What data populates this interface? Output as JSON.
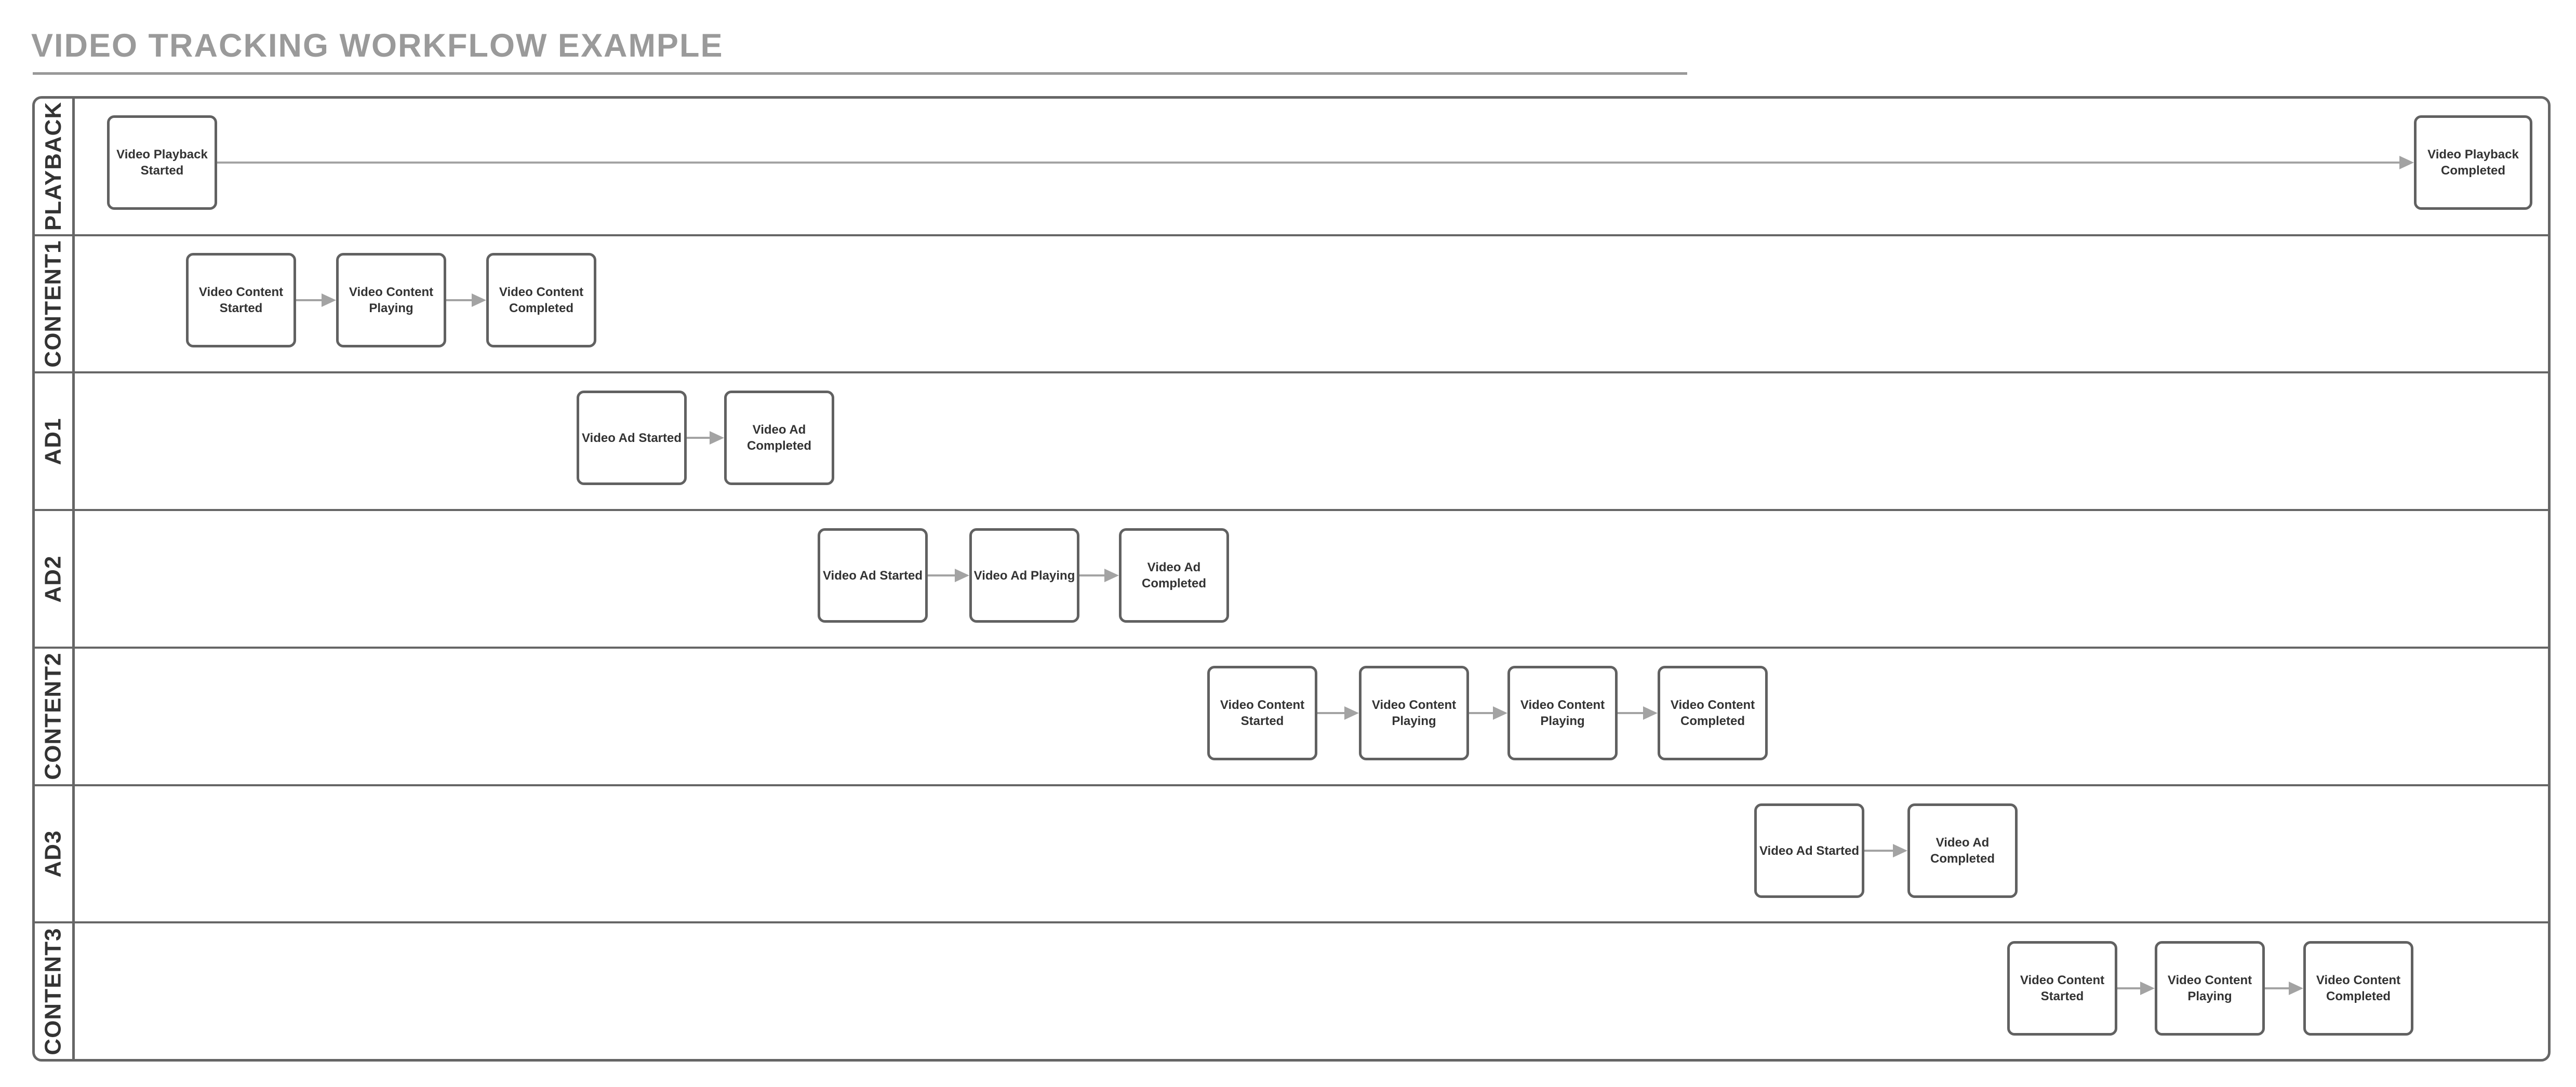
{
  "title": "VIDEO TRACKING WORKFLOW EXAMPLE",
  "colors": {
    "background": "#ffffff",
    "title_text": "#9a9a9a",
    "title_underline": "#999999",
    "pool_border": "#666666",
    "node_border": "#616161",
    "node_text": "#333333",
    "lane_label_text": "#333333",
    "arrow": "#a3a3a3"
  },
  "lanes": [
    {
      "label": "PLAYBACK",
      "boxes": [
        "Video Playback\nStarted",
        "Video Playback\nCompleted"
      ]
    },
    {
      "label": "CONTENT1",
      "boxes": [
        "Video Content\nStarted",
        "Video Content\nPlaying",
        "Video Content\nCompleted"
      ]
    },
    {
      "label": "AD1",
      "boxes": [
        "Video Ad Started",
        "Video Ad\nCompleted"
      ]
    },
    {
      "label": "AD2",
      "boxes": [
        "Video Ad Started",
        "Video Ad Playing",
        "Video Ad\nCompleted"
      ]
    },
    {
      "label": "CONTENT2",
      "boxes": [
        "Video Content\nStarted",
        "Video Content\nPlaying",
        "Video Content\nPlaying",
        "Video Content\nCompleted"
      ]
    },
    {
      "label": "AD3",
      "boxes": [
        "Video Ad Started",
        "Video Ad\nCompleted"
      ]
    },
    {
      "label": "CONTENT3",
      "boxes": [
        "Video Content\nStarted",
        "Video Content\nPlaying",
        "Video Content\nCompleted"
      ]
    }
  ],
  "connections": [
    {
      "lane": "PLAYBACK",
      "from": "Video Playback Started",
      "to": "Video Playback Completed"
    },
    {
      "lane": "CONTENT1",
      "from": "Video Content Started",
      "to": "Video Content Playing"
    },
    {
      "lane": "CONTENT1",
      "from": "Video Content Playing",
      "to": "Video Content Completed"
    },
    {
      "lane": "AD1",
      "from": "Video Ad Started",
      "to": "Video Ad Completed"
    },
    {
      "lane": "AD2",
      "from": "Video Ad Started",
      "to": "Video Ad Playing"
    },
    {
      "lane": "AD2",
      "from": "Video Ad Playing",
      "to": "Video Ad Completed"
    },
    {
      "lane": "CONTENT2",
      "from": "Video Content Started",
      "to": "Video Content Playing"
    },
    {
      "lane": "CONTENT2",
      "from": "Video Content Playing",
      "to": "Video Content Playing"
    },
    {
      "lane": "CONTENT2",
      "from": "Video Content Playing",
      "to": "Video Content Completed"
    },
    {
      "lane": "AD3",
      "from": "Video Ad Started",
      "to": "Video Ad Completed"
    },
    {
      "lane": "CONTENT3",
      "from": "Video Content Started",
      "to": "Video Content Playing"
    },
    {
      "lane": "CONTENT3",
      "from": "Video Content Playing",
      "to": "Video Content Completed"
    }
  ]
}
